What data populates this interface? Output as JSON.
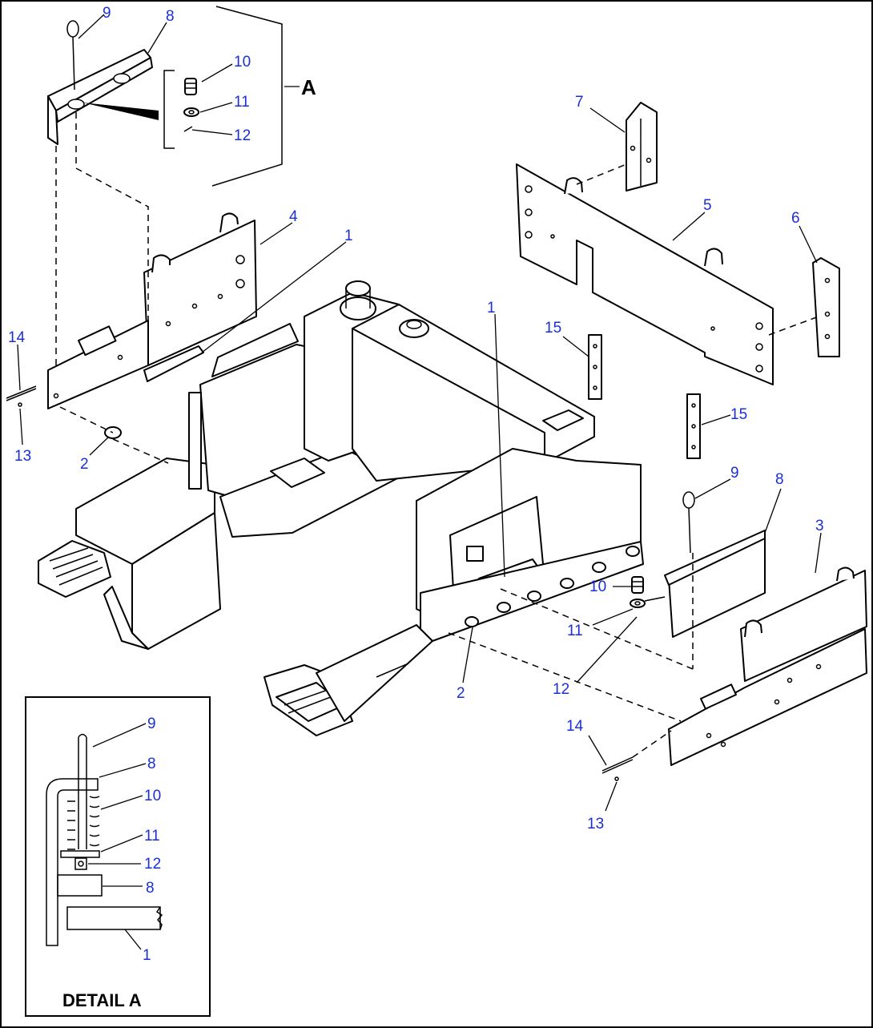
{
  "callouts": {
    "c9_top": "9",
    "c8_top": "8",
    "c10_top": "10",
    "c11_top": "11",
    "c12_top": "12",
    "c4": "4",
    "c1_left": "1",
    "c14_left": "14",
    "c13_left": "13",
    "c2_left": "2",
    "c7": "7",
    "c5": "5",
    "c6": "6",
    "c15_upper": "15",
    "c15_lower": "15",
    "c1_mid": "1",
    "c9_right": "9",
    "c8_right": "8",
    "c3": "3",
    "c10_right": "10",
    "c11_right": "11",
    "c12_right": "12",
    "c2_right": "2",
    "c14_right": "14",
    "c13_right": "13",
    "d9": "9",
    "d8a": "8",
    "d10": "10",
    "d11": "11",
    "d12": "12",
    "d8b": "8",
    "d1": "1"
  },
  "view_marker": "A",
  "detail_title": "DETAIL A",
  "colors": {
    "callout": "#1a2fd8",
    "line": "#000000",
    "background": "#ffffff"
  }
}
